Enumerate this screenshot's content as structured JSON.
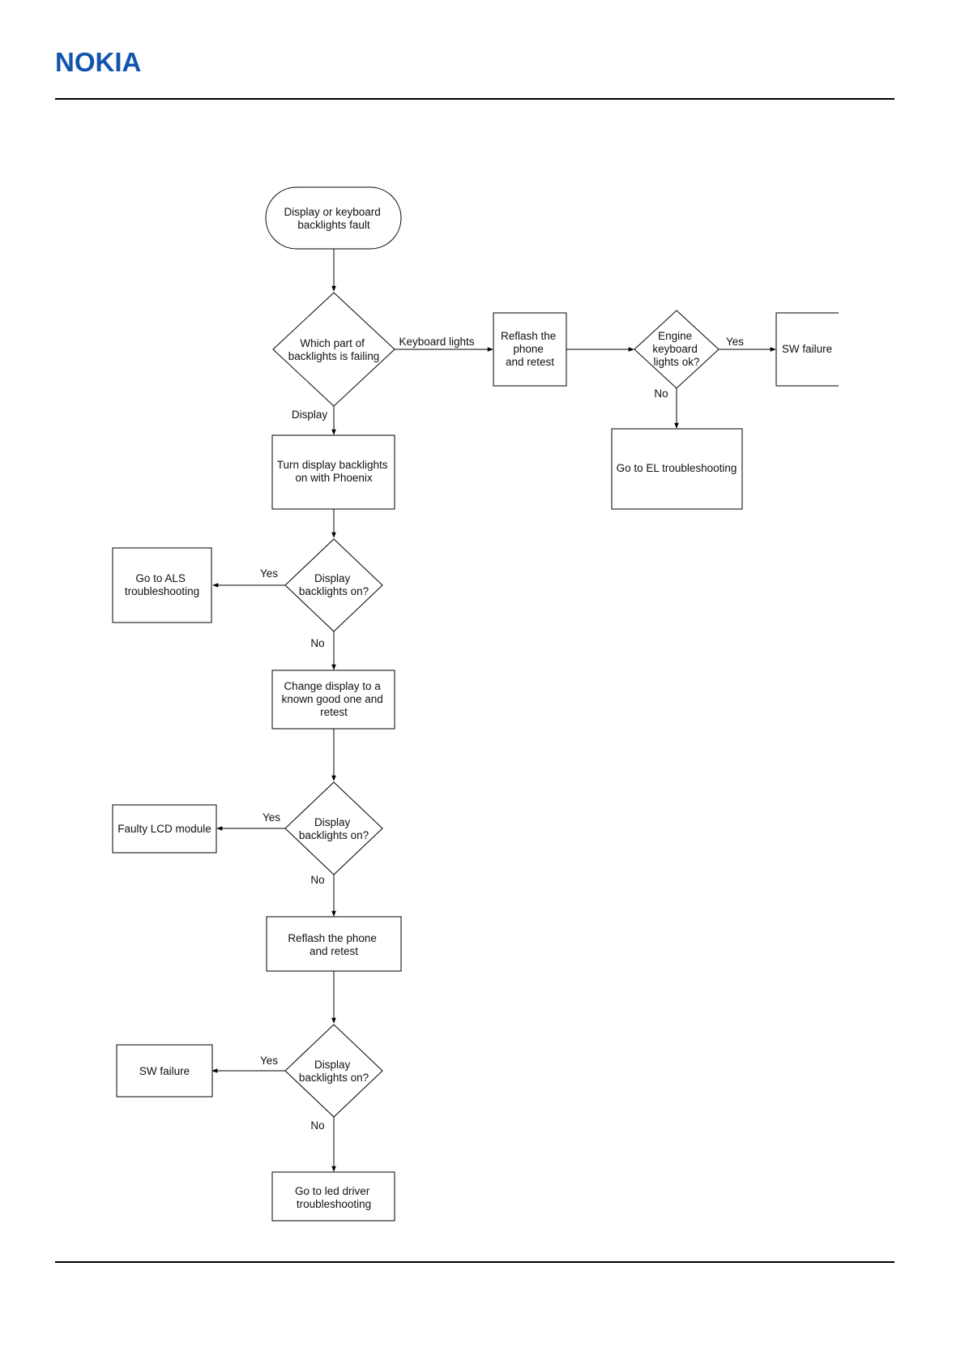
{
  "header": {
    "logo_text": "NOKIA",
    "logo_color": "#1255ad"
  },
  "flowchart": {
    "start": [
      "Display or keyboard",
      "backlights fault"
    ],
    "decision_part": [
      "Which part of",
      "backlights is failing"
    ],
    "label_keyboard_lights": "Keyboard lights",
    "label_display": "Display",
    "reflash_retest_1": [
      "Reflash the",
      "phone",
      "and retest"
    ],
    "decision_engine": [
      "Engine",
      "keyboard",
      "lights ok?"
    ],
    "label_yes_engine": "Yes",
    "sw_failure_top": "SW failure",
    "label_no_engine": "No",
    "go_el": "Go to EL troubleshooting",
    "turn_display": [
      "Turn display backlights",
      "on with Phoenix"
    ],
    "decision_display_1": [
      "Display",
      "backlights on?"
    ],
    "label_yes_1": "Yes",
    "go_als": [
      "Go to ALS",
      "troubleshooting"
    ],
    "label_no_1": "No",
    "change_display": [
      "Change display to a",
      "known good one and",
      "retest"
    ],
    "decision_display_2": [
      "Display",
      "backlights on?"
    ],
    "label_yes_2": "Yes",
    "faulty_lcd": "Faulty LCD module",
    "label_no_2": "No",
    "reflash_retest_2": [
      "Reflash the phone",
      "and retest"
    ],
    "decision_display_3": [
      "Display",
      "backlights on?"
    ],
    "label_yes_3": "Yes",
    "sw_failure_bottom": "SW failure",
    "label_no_3": "No",
    "go_led": [
      "Go to led driver",
      "troubleshooting"
    ]
  }
}
